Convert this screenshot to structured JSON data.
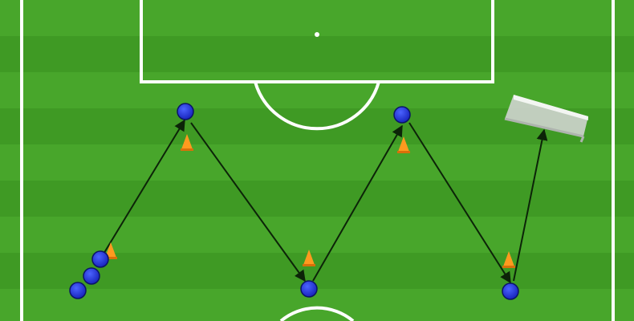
{
  "diagram": {
    "colors": {
      "grass_base": "#3f9a24",
      "grass_stripe_light": "#48a62b",
      "grass_stripe_dark": "#378d1f",
      "lines": "#ffffff",
      "player": "#1f2fd6",
      "player_outline": "#0b1466",
      "cone": "#ff9a1f",
      "cone_shadow": "#d8700a",
      "arrow": "#0c2408",
      "mini_goal": "#cfd4cf"
    },
    "icons": {
      "player": "player-marker-icon",
      "cone": "cone-icon",
      "goal": "mini-goal-icon",
      "arrow": "pass-arrow-icon"
    },
    "players": [
      {
        "id": "p1",
        "role": "queue"
      },
      {
        "id": "p2",
        "role": "queue"
      },
      {
        "id": "p3",
        "role": "queue"
      },
      {
        "id": "p4",
        "role": "top"
      },
      {
        "id": "p5",
        "role": "bottom"
      },
      {
        "id": "p6",
        "role": "top"
      },
      {
        "id": "p7",
        "role": "bottom"
      }
    ],
    "cones": [
      {
        "id": "c1"
      },
      {
        "id": "c2"
      },
      {
        "id": "c3"
      },
      {
        "id": "c4"
      },
      {
        "id": "c5"
      }
    ],
    "passes": [
      {
        "from": "p1",
        "to": "p4"
      },
      {
        "from": "p4",
        "to": "p5"
      },
      {
        "from": "p5",
        "to": "p6"
      },
      {
        "from": "p6",
        "to": "p7"
      },
      {
        "from": "p7",
        "to": "goal"
      }
    ]
  }
}
